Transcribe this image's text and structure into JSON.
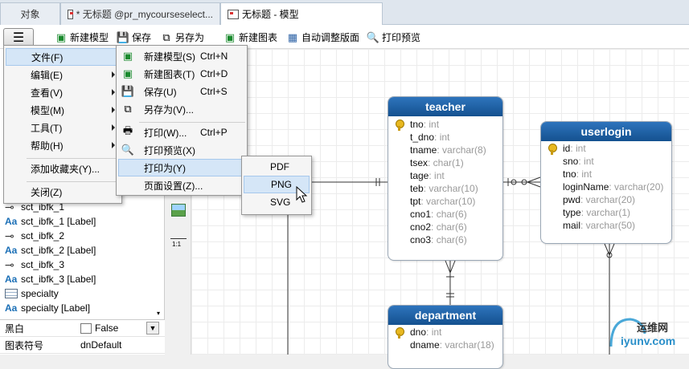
{
  "tabs": [
    {
      "label": "对象"
    },
    {
      "label": "* 无标题 @pr_mycourseselect..."
    },
    {
      "label": "无标题 - 模型"
    }
  ],
  "toolbar": {
    "new_model": "新建模型",
    "save": "保存",
    "save_as": "另存为",
    "new_diagram": "新建图表",
    "auto_layout": "自动调整版面",
    "print_preview": "打印预览"
  },
  "main_menu": [
    {
      "label": "文件(F)"
    },
    {
      "label": "编辑(E)"
    },
    {
      "label": "查看(V)"
    },
    {
      "label": "模型(M)"
    },
    {
      "label": "工具(T)"
    },
    {
      "label": "帮助(H)"
    },
    {
      "label": "添加收藏夹(Y)..."
    },
    {
      "label": "关闭(Z)"
    }
  ],
  "file_menu": [
    {
      "label": "新建模型(S)",
      "shortcut": "Ctrl+N"
    },
    {
      "label": "新建图表(T)",
      "shortcut": "Ctrl+D"
    },
    {
      "label": "保存(U)",
      "shortcut": "Ctrl+S"
    },
    {
      "label": "另存为(V)...",
      "shortcut": ""
    },
    {
      "label": "打印(W)...",
      "shortcut": "Ctrl+P"
    },
    {
      "label": "打印预览(X)",
      "shortcut": ""
    },
    {
      "label": "打印为(Y)",
      "shortcut": ""
    },
    {
      "label": "页面设置(Z)...",
      "shortcut": ""
    }
  ],
  "print_as_menu": [
    {
      "label": "PDF"
    },
    {
      "label": "PNG"
    },
    {
      "label": "SVG"
    }
  ],
  "objects": [
    {
      "icon": "fk",
      "label": "sct_ibfk_1"
    },
    {
      "icon": "label",
      "label": "sct_ibfk_1 [Label]"
    },
    {
      "icon": "fk",
      "label": "sct_ibfk_2"
    },
    {
      "icon": "label",
      "label": "sct_ibfk_2 [Label]"
    },
    {
      "icon": "fk",
      "label": "sct_ibfk_3"
    },
    {
      "icon": "label",
      "label": "sct_ibfk_3 [Label]"
    },
    {
      "icon": "table",
      "label": "specialty"
    },
    {
      "icon": "label",
      "label": "specialty [Label]"
    }
  ],
  "icon_glyphs": {
    "fk": "⊸",
    "label": "Aa"
  },
  "properties": [
    {
      "name": "黑白",
      "value": "False"
    },
    {
      "name": "图表符号",
      "value": "dnDefault"
    }
  ],
  "scale_label": "1:1",
  "entities": {
    "teacher": {
      "title": "teacher",
      "fields": [
        {
          "name": "tno",
          "type": ": int",
          "key": true
        },
        {
          "name": "t_dno",
          "type": ": int"
        },
        {
          "name": "tname",
          "type": ": varchar(8)"
        },
        {
          "name": "tsex",
          "type": ": char(1)"
        },
        {
          "name": "tage",
          "type": ": int"
        },
        {
          "name": "teb",
          "type": ": varchar(10)"
        },
        {
          "name": "tpt",
          "type": ": varchar(10)"
        },
        {
          "name": "cno1",
          "type": ": char(6)"
        },
        {
          "name": "cno2",
          "type": ": char(6)"
        },
        {
          "name": "cno3",
          "type": ": char(6)"
        }
      ]
    },
    "userlogin": {
      "title": "userlogin",
      "fields": [
        {
          "name": "id",
          "type": ": int",
          "key": true
        },
        {
          "name": "sno",
          "type": ": int"
        },
        {
          "name": "tno",
          "type": ": int"
        },
        {
          "name": "loginName",
          "type": ": varchar(20)"
        },
        {
          "name": "pwd",
          "type": ": varchar(20)"
        },
        {
          "name": "type",
          "type": ": varchar(1)"
        },
        {
          "name": "mail",
          "type": ": varchar(50)"
        }
      ]
    },
    "department": {
      "title": "department",
      "fields": [
        {
          "name": "dno",
          "type": ": int",
          "key": true
        },
        {
          "name": "dname",
          "type": ": varchar(18)"
        }
      ]
    }
  },
  "watermark": {
    "cn": "运维网",
    "url": "iyunv.com"
  }
}
